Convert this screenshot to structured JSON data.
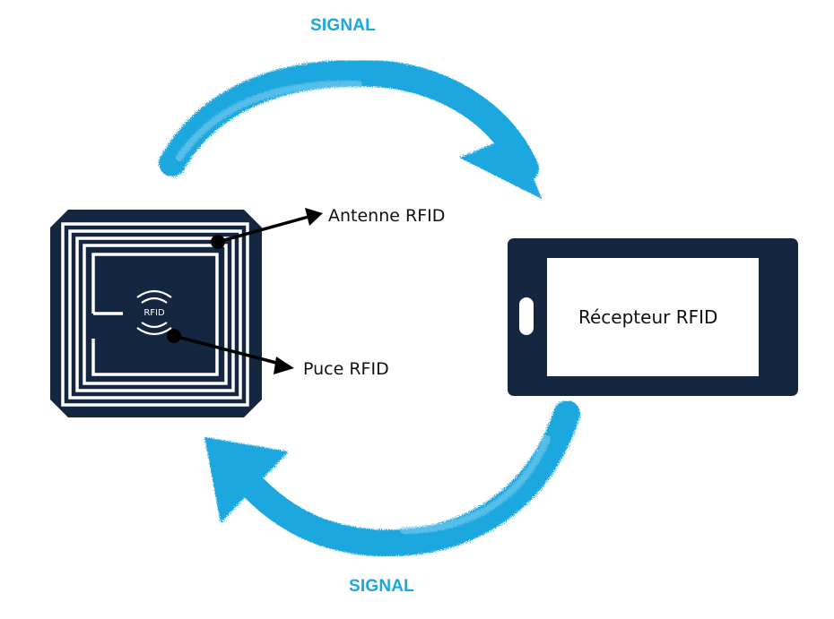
{
  "signal_top": "SIGNAL",
  "signal_bottom": "SIGNAL",
  "antenna_label": "Antenne RFID",
  "chip_label": "Puce RFID",
  "receiver_label": "Récepteur RFID",
  "chip_text": "RFID",
  "colors": {
    "signal": "#1aa7df",
    "tag_dark": "#142640",
    "pointer": "#000000"
  }
}
